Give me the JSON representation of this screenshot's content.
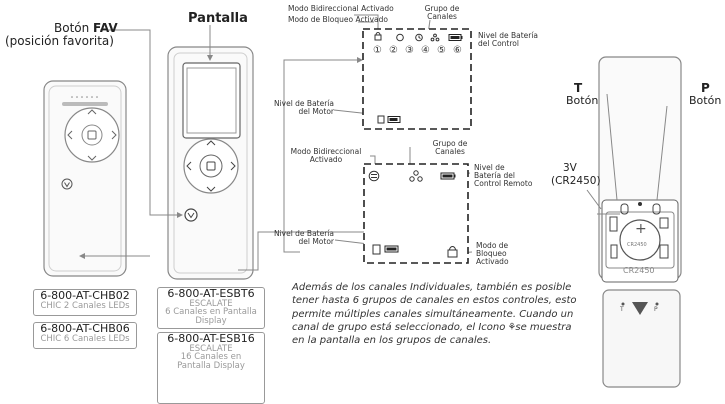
{
  "top_labels": {
    "fav_button_prefix": "Botón ",
    "fav_button_bold": "FAV",
    "fav_button_note": "(posición favorita)",
    "screen": "Pantalla",
    "bidir_mode": "Modo Bidireccional Activado",
    "lock_mode": "Modo de Bloqueo Activado",
    "channel_group": "Grupo de Canales",
    "remote_battery": "Nivel de Batería del Control",
    "motor_battery": "Nivel de Batería del Motor",
    "lcd_channels": [
      "①",
      "②",
      "③",
      "④",
      "⑤",
      "⑥"
    ]
  },
  "lower_lcd_labels": {
    "bidir_mode": "Modo Bidireccional Activado",
    "channel_group": "Grupo de Canales",
    "remote_battery": "Nivel de Batería del Control Remoto",
    "motor_battery": "Nivel de Batería del Motor",
    "lock_mode": "Modo de Bloqueo Activado"
  },
  "product_boxes": [
    {
      "code": "6-800-AT-CHB02",
      "lines": [
        "CHIC 2 Canales LEDs"
      ]
    },
    {
      "code": "6-800-AT-CHB06",
      "lines": [
        "CHIC 6 Canales LEDs"
      ]
    },
    {
      "code": "6-800-AT-ESBT6",
      "lines": [
        "ESCALATE",
        "6 Canales en Pantalla",
        "Display"
      ]
    },
    {
      "code": "6-800-AT-ESB16",
      "lines": [
        "ESCALATE",
        "16 Canales en",
        "Pantalla Display"
      ]
    }
  ],
  "description": "Además de los canales Individuales, también es posible tener hasta 6 grupos de canales en estos controles, esto permite múltiples canales simultáneamente. Cuando un canal de grupo está seleccionado, el Icono ⚘se muestra en la pantalla en los grupos de canales.",
  "battery": {
    "t_letter": "T",
    "t_label": "Botón",
    "p_letter": "P",
    "p_label": "Botón",
    "voltage": "3V",
    "cell": "(CR2450)",
    "cell_label": "CR2450",
    "plus": "+",
    "coin_text": "CR2450",
    "cover_t": "T",
    "cover_p": "P"
  }
}
